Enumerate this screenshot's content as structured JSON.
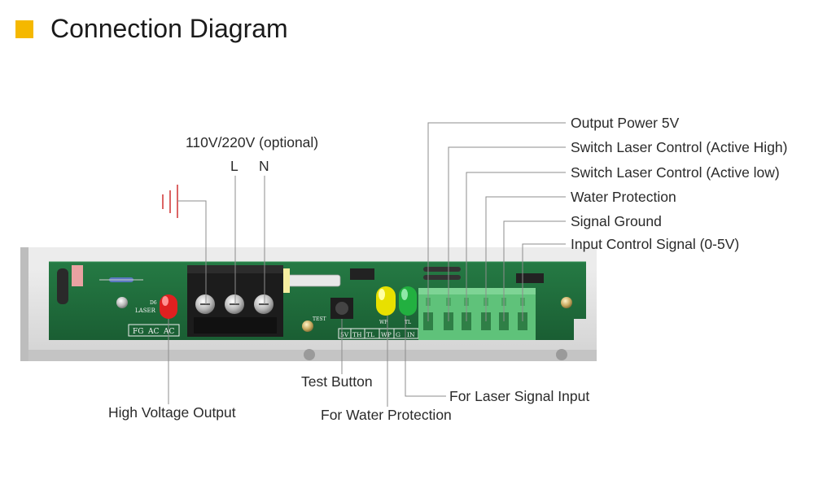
{
  "title": "Connection Diagram",
  "colors": {
    "title_marker": "#f5b800",
    "pcb": "#1f6b3b",
    "terminal_connector": "#5fc27a",
    "led_red": "#e02020",
    "led_yellow": "#e8e000",
    "led_green": "#22b040",
    "ground_symbol": "#d03030"
  },
  "labels": {
    "supply": "110V/220V (optional)",
    "live": "L",
    "neutral": "N",
    "right": [
      "Output Power 5V",
      "Switch Laser Control (Active High)",
      "Switch Laser Control (Active low)",
      "Water Protection",
      "Signal Ground",
      "Input Control Signal (0-5V)"
    ],
    "test_button": "Test Button",
    "high_voltage_output": "High Voltage Output",
    "water_protection_input": "For Water Protection",
    "laser_signal_input": "For Laser Signal Input"
  },
  "pcb_print": {
    "fg": "FG",
    "ac1": "AC",
    "ac2": "AC",
    "laser": "LASER",
    "d6": "D6",
    "test": "TEST",
    "wp": "WP",
    "tl": "TL",
    "pins": [
      "5V",
      "TH",
      "TL",
      "WP",
      "G",
      "IN"
    ]
  }
}
